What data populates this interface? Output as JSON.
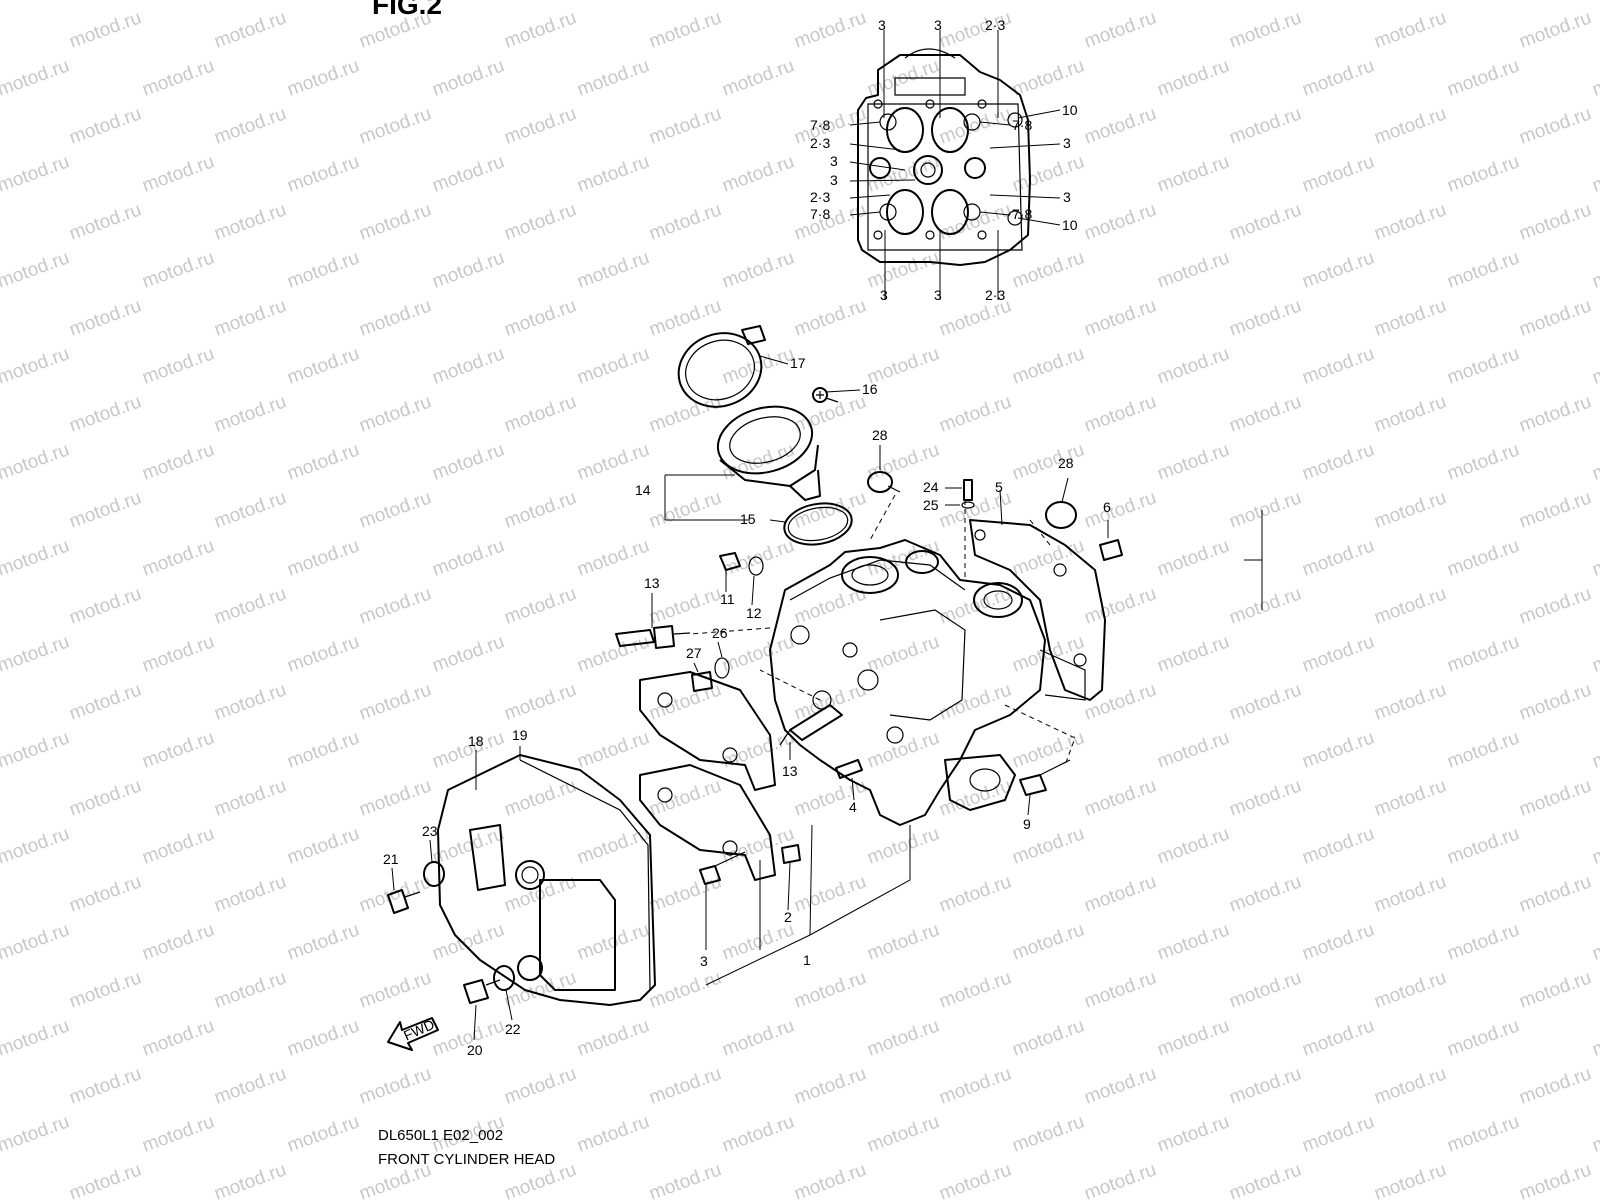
{
  "figure": {
    "heading": "FIG.2"
  },
  "watermark": {
    "text": "motod.ru"
  },
  "caption": {
    "code": "DL650L1 E02_002",
    "title": "FRONT CYLINDER HEAD"
  },
  "fwd_label": "FWD",
  "labels": {
    "top": [
      "3",
      "3",
      "2·3",
      "7·8",
      "10",
      "2·3",
      "7·8",
      "3",
      "3",
      "3",
      "2·3",
      "3",
      "7·8",
      "7·8",
      "10",
      "3",
      "3",
      "2·3"
    ],
    "main": [
      "17",
      "16",
      "28",
      "14",
      "15",
      "24",
      "25",
      "5",
      "28",
      "6",
      "11",
      "12",
      "13",
      "26",
      "27",
      "13",
      "4",
      "9",
      "18",
      "19",
      "23",
      "21",
      "2",
      "3",
      "1",
      "22",
      "20"
    ]
  }
}
